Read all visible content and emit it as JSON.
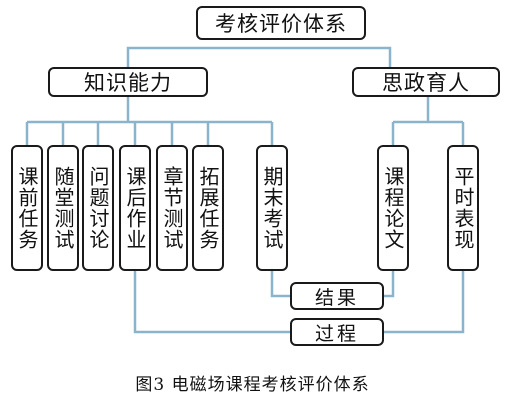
{
  "diagram": {
    "root": "考核评价体系",
    "branches": [
      {
        "label": "知识能力",
        "items": [
          "课前任务",
          "随堂测试",
          "问题讨论",
          "课后作业",
          "章节测试",
          "拓展任务",
          "期末考试"
        ]
      },
      {
        "label": "思政育人",
        "items": [
          "课程论文",
          "平时表现"
        ]
      }
    ],
    "outcome_tags": [
      "结果",
      "过程"
    ],
    "line_color": "#8ab4cc",
    "border_color": "#1a1a1a"
  },
  "caption": "图3 电磁场课程考核评价体系"
}
